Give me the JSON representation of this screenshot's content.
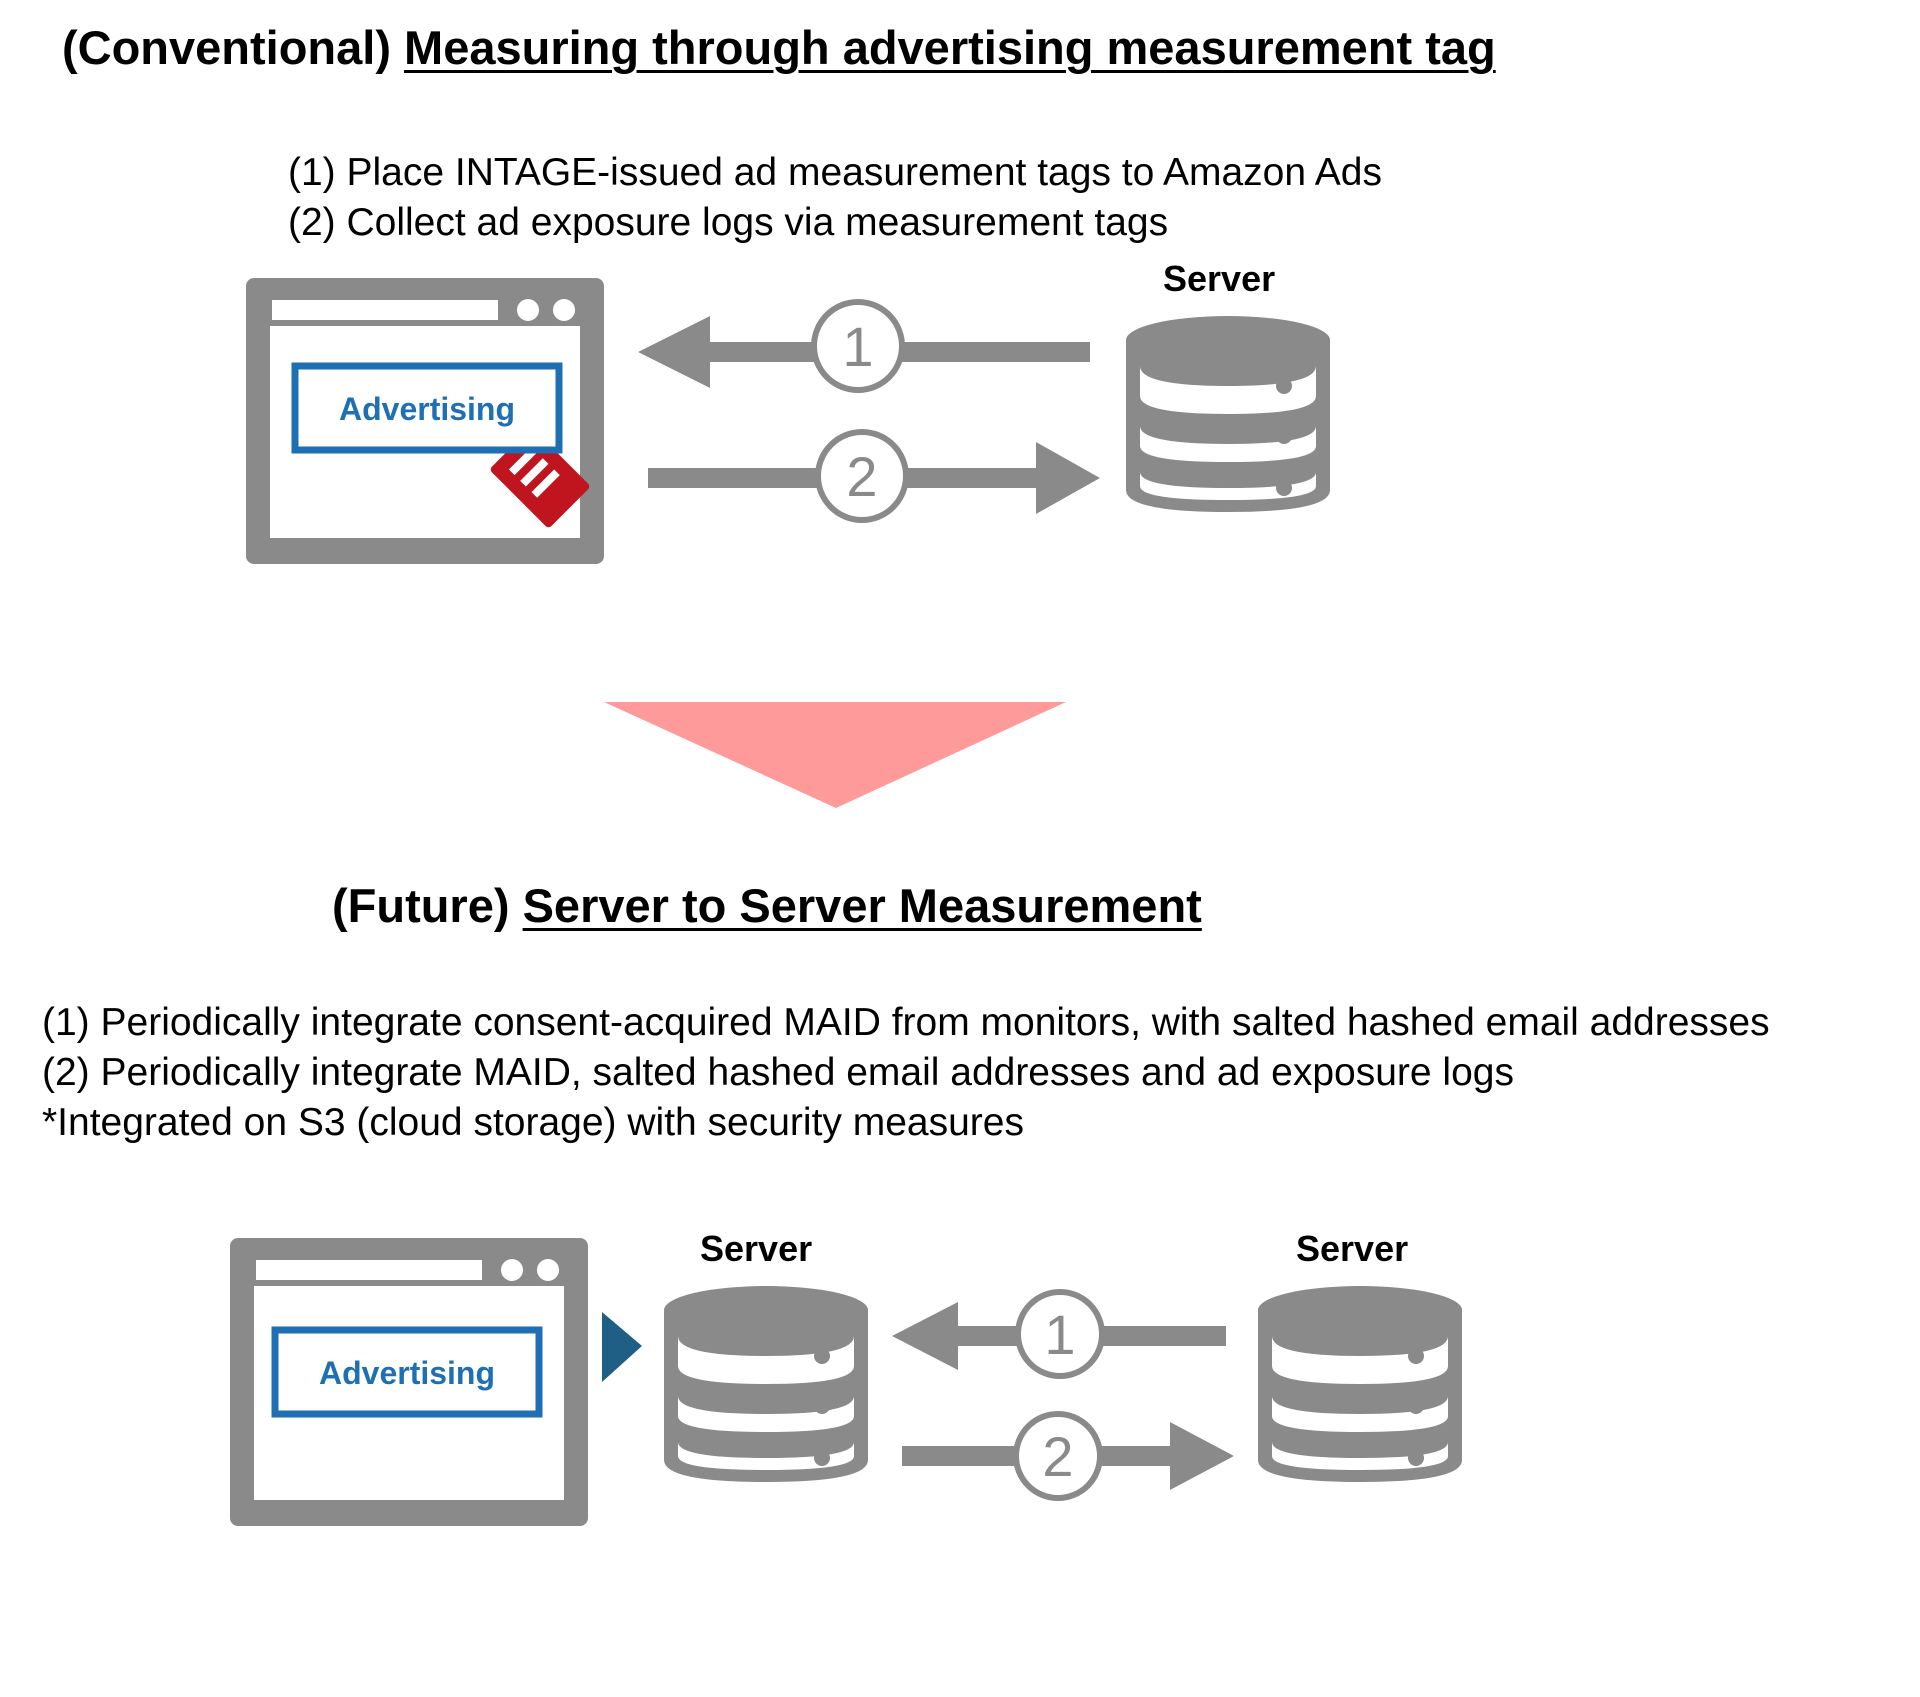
{
  "conventional": {
    "prefix": "(Conventional)",
    "title": "Measuring through advertising measurement tag",
    "steps": [
      "(1) Place INTAGE-issued ad measurement tags to Amazon Ads",
      "(2) Collect ad exposure logs via measurement tags"
    ],
    "server_label": "Server",
    "ad_label": "Advertising",
    "arrow_labels": [
      "1",
      "2"
    ]
  },
  "future": {
    "prefix": "(Future)",
    "title": "Server to Server Measurement",
    "steps": [
      "(1) Periodically integrate consent-acquired MAID from monitors, with salted hashed email addresses",
      "(2) Periodically integrate MAID, salted hashed email addresses and ad exposure logs",
      "*Integrated on S3 (cloud storage) with security measures"
    ],
    "server_left_label": "Server",
    "server_right_label": "Server",
    "ad_label": "Advertising",
    "arrow_labels": [
      "1",
      "2"
    ]
  },
  "colors": {
    "icon_gray": "#8a8a8a",
    "ad_blue": "#1f6fb4",
    "tag_red": "#c0141e",
    "transition_pink": "#ff9a9a",
    "pointer_blue": "#1f5f86"
  }
}
